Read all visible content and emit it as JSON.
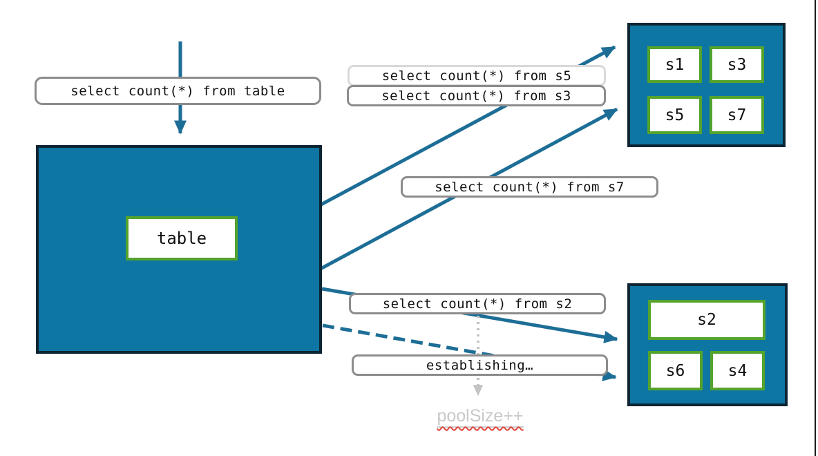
{
  "labels": {
    "query_table": "select count(*) from table",
    "query_s5": "select count(*) from s5",
    "query_s3": "select count(*) from s3",
    "query_s7": "select count(*) from s7",
    "query_s2": "select count(*) from s2",
    "establishing": "establishing…",
    "pool_size": "poolSize++"
  },
  "main_table": {
    "label": "table"
  },
  "shard_groups": {
    "top": [
      "s1",
      "s3",
      "s5",
      "s7"
    ],
    "bottom": [
      "s2",
      "s6",
      "s4"
    ]
  },
  "colors": {
    "node_fill_teal": "#0e76a2",
    "node_border_dark": "#0d2433",
    "cell_border_green": "#54a32d",
    "arrow_teal": "#1d6e96",
    "label_border_gray": "#8c8c8c",
    "label_border_light": "#d9d9d9",
    "dotted_arrow_gray": "#c3c3c3",
    "muted_text_gray": "#c9c9c9",
    "squiggle_red": "#e0443a"
  }
}
